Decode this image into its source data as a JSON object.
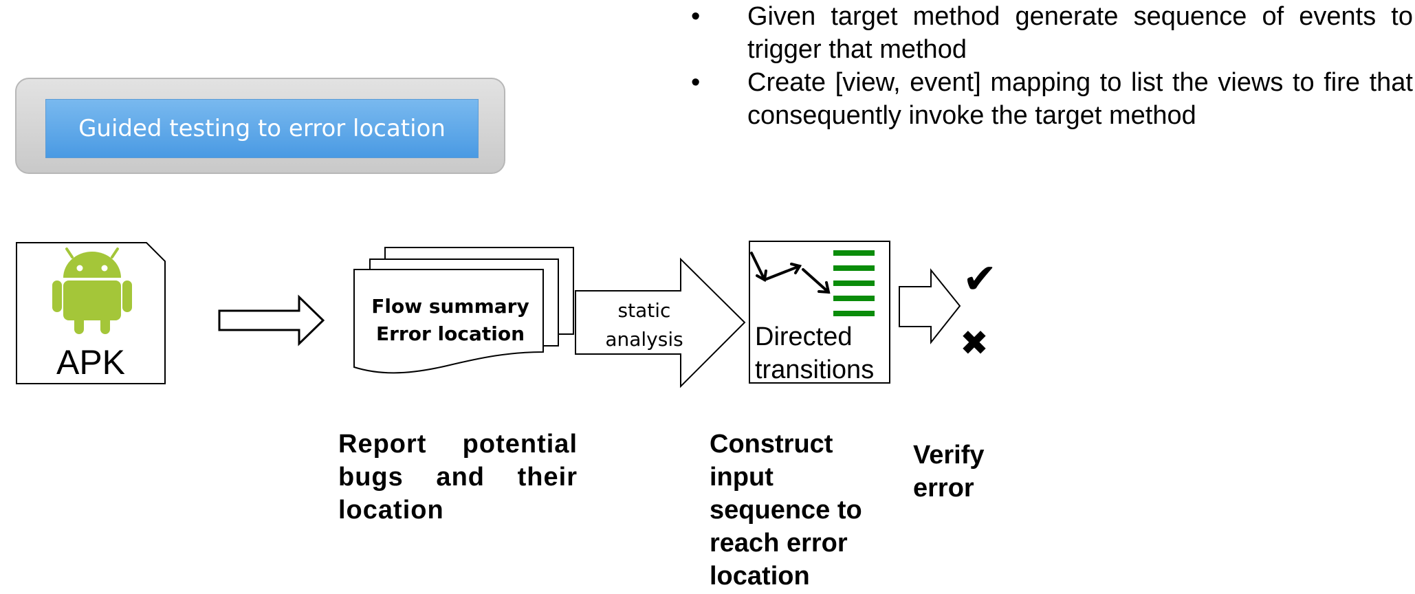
{
  "bullets": [
    "Given target method generate sequence of events to trigger that method",
    "Create [view, event] mapping to list the views to fire that consequently invoke the target method"
  ],
  "bullet_symbol": "•",
  "title_box": {
    "label": "Guided testing to error location"
  },
  "apk": {
    "label": "APK",
    "icon": "android-robot-icon",
    "icon_color": "#a4c639"
  },
  "document": {
    "line1": "Flow summary",
    "line2": "Error location"
  },
  "big_arrow": {
    "line1": "static",
    "line2": "analysis"
  },
  "directed": {
    "line1": "Directed",
    "line2": "transitions",
    "bar_color": "#0a8c0a"
  },
  "results": {
    "check": "✔",
    "cross": "✖"
  },
  "captions": {
    "report": "Report potential bugs and their location",
    "construct": "Construct input sequence to reach error location",
    "verify": "Verify error"
  }
}
